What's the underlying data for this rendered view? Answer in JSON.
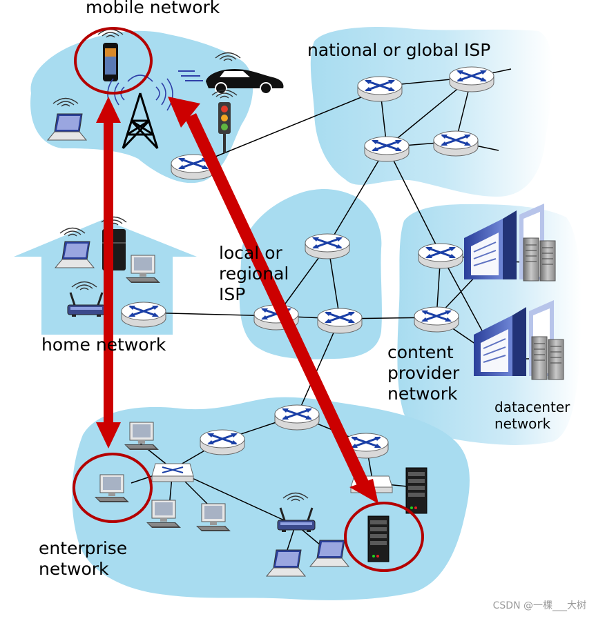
{
  "labels": {
    "mobile_network": "mobile network",
    "national_isp": "national or global ISP",
    "local_isp": "local or regional ISP",
    "home_network": "home network",
    "content_provider": "content provider network",
    "datacenter": "datacenter network",
    "enterprise": "enterprise network",
    "watermark": "CSDN @一棵___大树"
  },
  "colors": {
    "region_fill": "#a8dcf0",
    "region_fill_light": "#d4eef8",
    "highlight_arrow": "#cc0000",
    "highlight_circle": "#b40000",
    "router_body": "#ffffff",
    "router_arrows": "#1a3fa6",
    "link": "#000000"
  },
  "icons": [
    "router-icon",
    "smartphone-icon",
    "cell-tower-icon",
    "car-icon",
    "traffic-light-icon",
    "laptop-icon",
    "desktop-pc-icon",
    "refrigerator-icon",
    "wifi-router-icon",
    "server-icon",
    "datacenter-building-icon",
    "ethernet-switch-icon"
  ]
}
